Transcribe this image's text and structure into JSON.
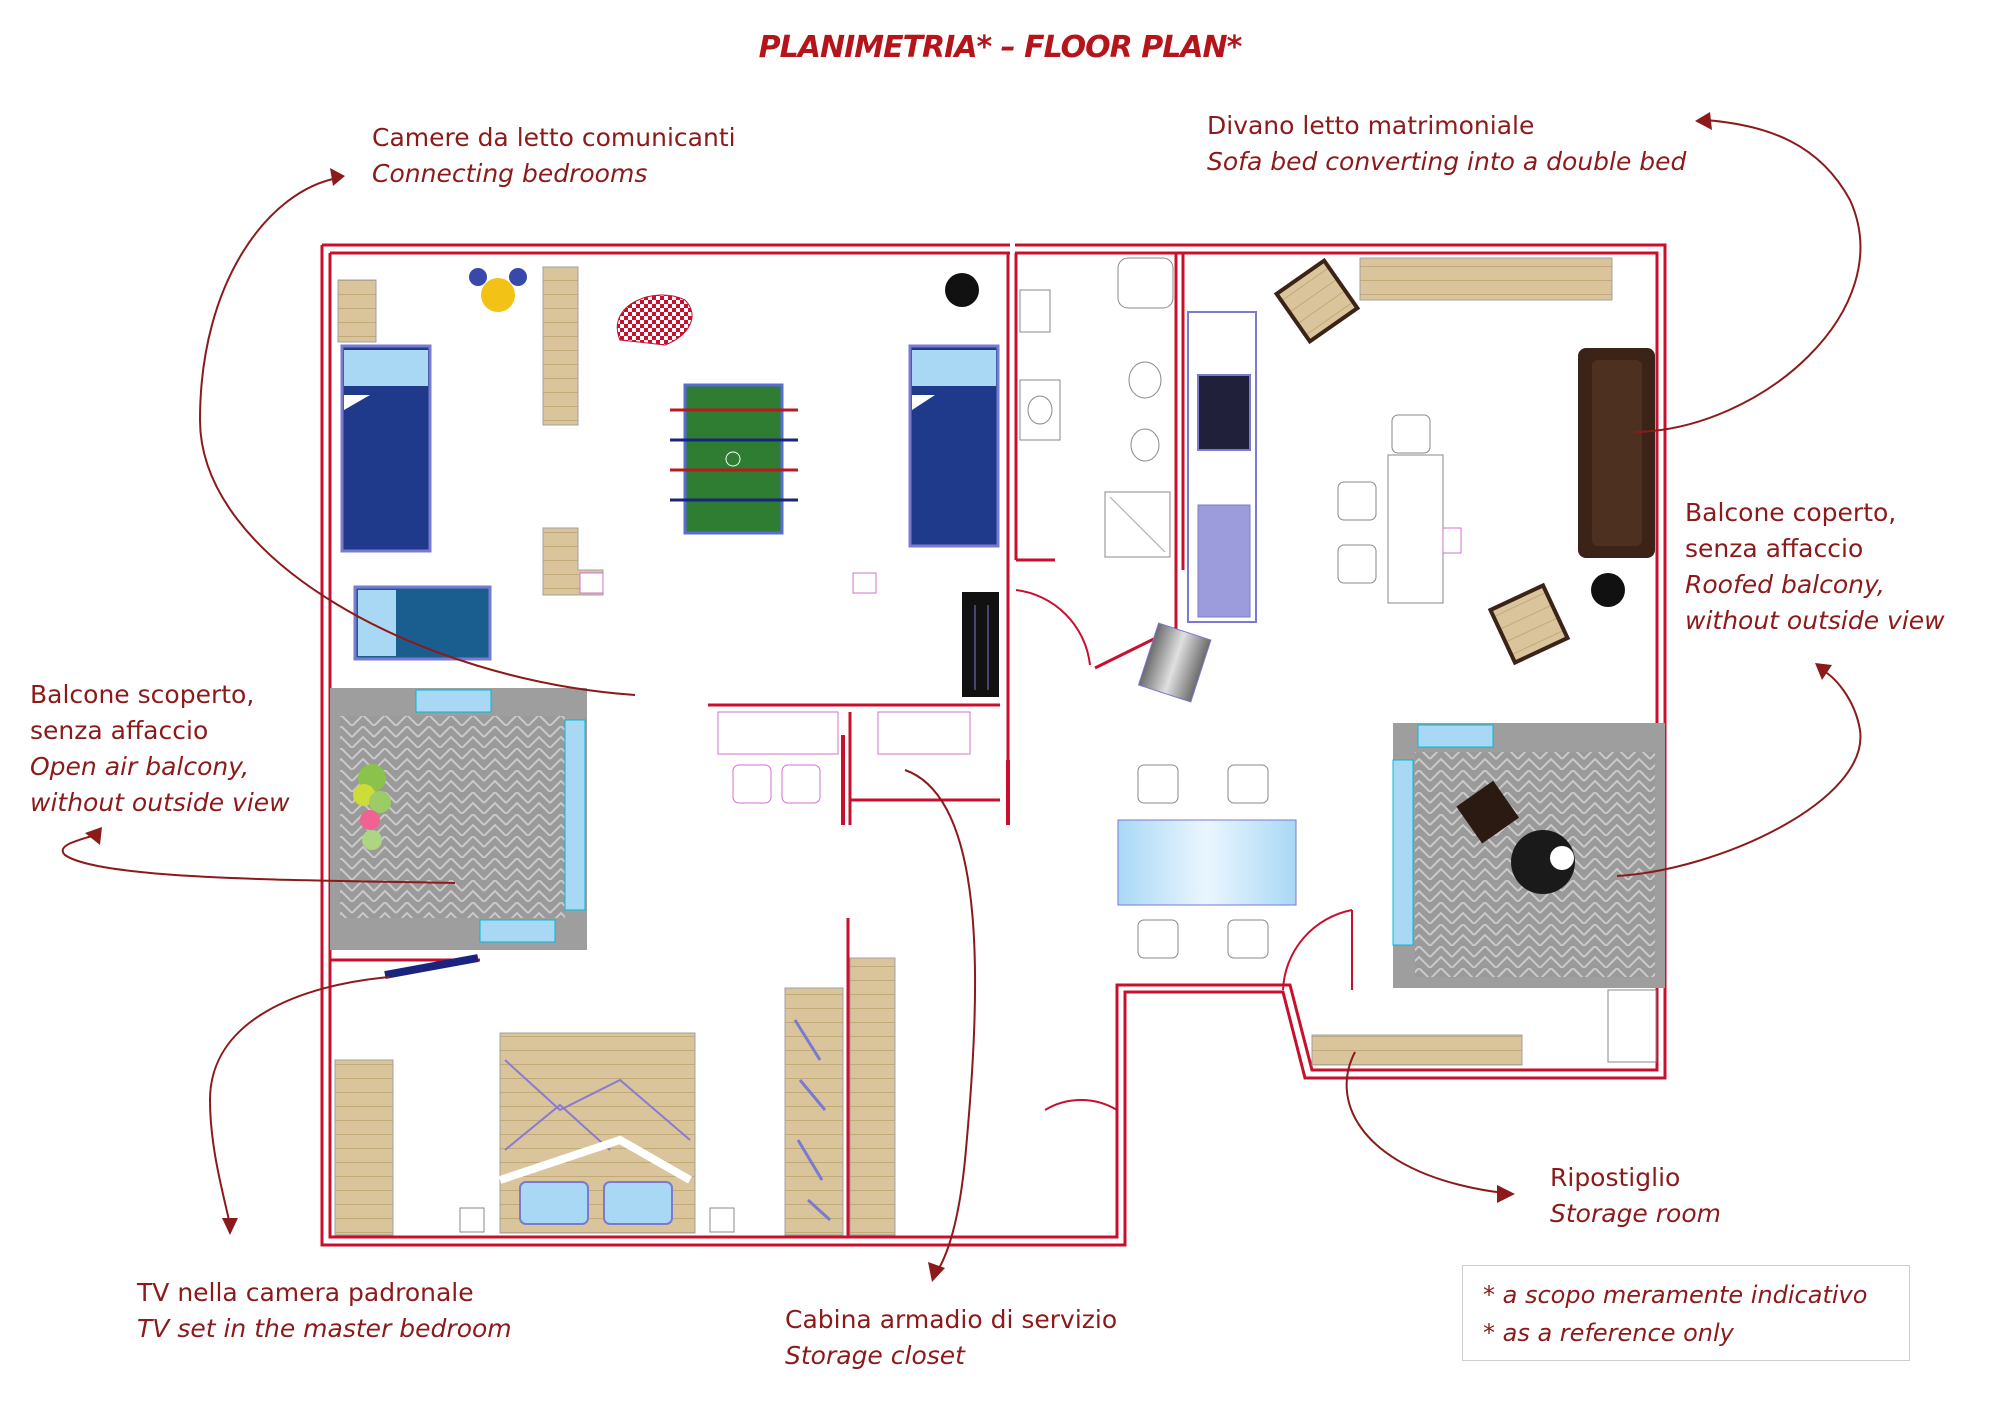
{
  "title": "PLANIMETRIA* – FLOOR PLAN*",
  "labels": {
    "connecting_bedrooms": {
      "it": "Camere da letto comunicanti",
      "en": "Connecting bedrooms"
    },
    "sofa_bed": {
      "it": "Divano letto matrimoniale",
      "en": "Sofa bed converting into a double bed"
    },
    "roofed_balcony": {
      "it1": "Balcone coperto,",
      "it2": "senza affaccio",
      "en1": "Roofed balcony,",
      "en2": "without outside view"
    },
    "open_balcony": {
      "it1": "Balcone scoperto,",
      "it2": "senza affaccio",
      "en1": "Open air balcony,",
      "en2": "without outside view"
    },
    "tv_master": {
      "it": "TV nella camera padronale",
      "en": "TV set in the master bedroom"
    },
    "storage_closet": {
      "it": "Cabina armadio di servizio",
      "en": "Storage closet"
    },
    "storage_room": {
      "it": "Ripostiglio",
      "en": "Storage room"
    }
  },
  "note": {
    "line1": "* a scopo meramente indicativo",
    "line2": "* as a reference only"
  },
  "colors": {
    "wall": "#c8102e",
    "label_text": "#8c1a1a",
    "bed_blue": "#1f3a8a",
    "pillow": "#a9d8f5",
    "wood": "#d8c39a",
    "balcony": "#9e9e9e",
    "glass": "#a9d8f5",
    "sofa": "#3b2318"
  }
}
